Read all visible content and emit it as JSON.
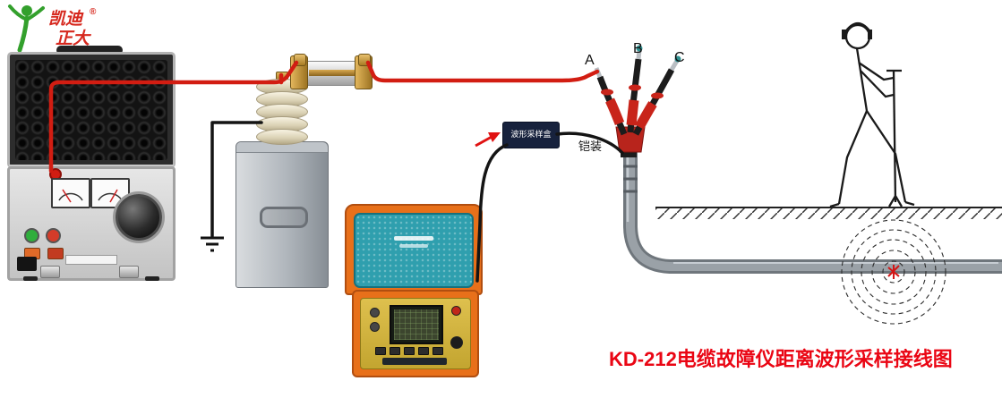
{
  "page": {
    "background": "#ffffff",
    "footer_title": "KD-212电缆故障仪距离波形采样接线图"
  },
  "logo": {
    "brand_top": "凯迪",
    "brand_bottom": "正大",
    "registered": "®"
  },
  "cable": {
    "phase_a": "A",
    "phase_b": "B",
    "phase_c": "C",
    "armor_label": "铠装"
  },
  "sampling_box": {
    "label": "波形采样盒"
  },
  "icons": {
    "logo_icon": "green-figure-icon",
    "ground_icon": "earth-ground-symbol"
  },
  "colors": {
    "title_red": "#ea0614",
    "hv_wire_red": "#d21d12",
    "ground_wire_black": "#141414",
    "case_orange": "#e8701a",
    "lid_teal": "#2f9fae",
    "panel_yellow": "#d2b544",
    "pipe_gray": "#8a9096",
    "brand_red": "#d6281e",
    "logo_green": "#33a02c"
  }
}
